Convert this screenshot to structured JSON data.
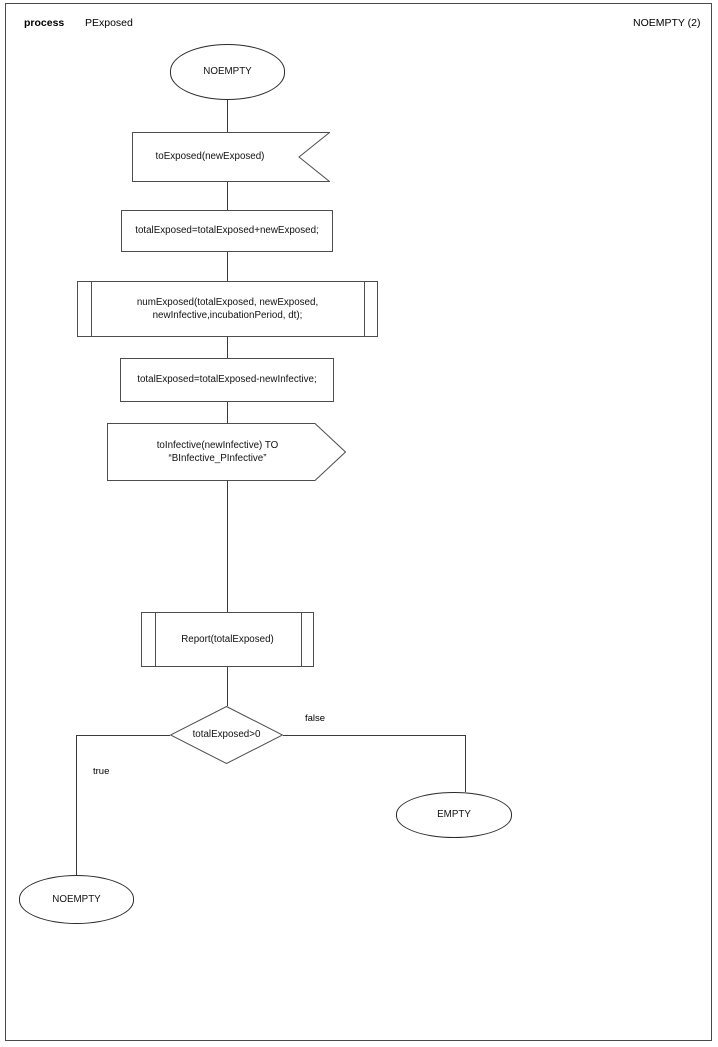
{
  "header": {
    "keyword": "process",
    "process_name": "PExposed",
    "state_ref": "NOEMPTY (2)"
  },
  "diagram": {
    "type": "flowchart",
    "nodes": [
      {
        "id": "start",
        "shape": "terminal",
        "label": "NOEMPTY"
      },
      {
        "id": "input1",
        "shape": "input",
        "label": "toExposed(newExposed)"
      },
      {
        "id": "process1",
        "shape": "process",
        "label": "totalExposed=totalExposed+newExposed;"
      },
      {
        "id": "subroutine1",
        "shape": "subroutine",
        "label": "numExposed(totalExposed, newExposed,\nnewInfective,incubationPeriod, dt);"
      },
      {
        "id": "process2",
        "shape": "process",
        "label": "totalExposed=totalExposed-newInfective;"
      },
      {
        "id": "output1",
        "shape": "output",
        "label": "toInfective(newInfective) TO “BInfective_PInfective”"
      },
      {
        "id": "subroutine2",
        "shape": "subroutine",
        "label": "Report(totalExposed)"
      },
      {
        "id": "decision1",
        "shape": "diamond",
        "label": "totalExposed>0"
      },
      {
        "id": "end_empty",
        "shape": "terminal",
        "label": "EMPTY"
      },
      {
        "id": "end_noempty",
        "shape": "terminal",
        "label": "NOEMPTY"
      }
    ],
    "edges": [
      {
        "from": "decision1",
        "to": "end_noempty",
        "label": "true"
      },
      {
        "from": "decision1",
        "to": "end_empty",
        "label": "false"
      }
    ]
  }
}
